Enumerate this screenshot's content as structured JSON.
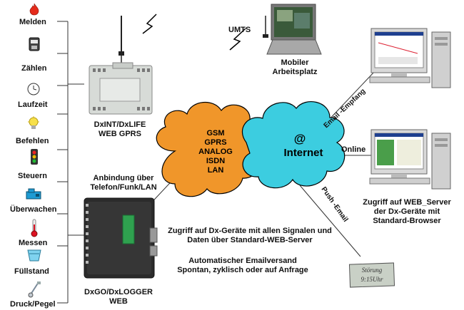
{
  "left_items": [
    {
      "label": "Melden",
      "icon": "flame-icon"
    },
    {
      "label": "Zählen",
      "icon": "meter-icon"
    },
    {
      "label": "Laufzeit",
      "icon": "clock-icon"
    },
    {
      "label": "Befehlen",
      "icon": "lightbulb-icon"
    },
    {
      "label": "Steuern",
      "icon": "traffic-light-icon"
    },
    {
      "label": "Überwachen",
      "icon": "machine-icon"
    },
    {
      "label": "Messen",
      "icon": "thermometer-icon"
    },
    {
      "label": "Füllstand",
      "icon": "tank-icon"
    },
    {
      "label": "Druck/Pegel",
      "icon": "probe-icon"
    }
  ],
  "device_top": {
    "line1": "DxINT/DxLIFE",
    "line2": "WEB GPRS"
  },
  "device_bottom": {
    "line1": "DxGO/DxLOGGER",
    "line2": "WEB"
  },
  "anbindung": {
    "line1": "Anbindung über",
    "line2": "Telefon/Funk/LAN"
  },
  "cloud_orange": [
    "GSM",
    "GPRS",
    "ANALOG",
    "ISDN",
    "LAN"
  ],
  "cloud_blue": {
    "symbol": "@",
    "label": "Internet"
  },
  "umts": "UMTS",
  "mobile": {
    "line1": "Mobiler",
    "line2": "Arbeitsplatz"
  },
  "email_empfang": "Email -Empfang",
  "online": "Online",
  "push_email": "Push -Email",
  "web_server": {
    "line1": "Zugriff auf WEB_Server",
    "line2": "der Dx-Geräte mit",
    "line3": "Standard-Browser"
  },
  "zugriff": {
    "line1": "Zugriff auf Dx-Geräte mit allen Signalen und",
    "line2": "Daten über Standard-WEB-Server"
  },
  "emailversand": {
    "line1": "Automatischer Emailversand",
    "line2": "Spontan, zyklisch oder auf Anfrage"
  },
  "note_card": {
    "line1": "Störung",
    "line2": "9:15Uhr"
  },
  "colors": {
    "orange_cloud": "#f0962a",
    "blue_cloud": "#3ccde0",
    "device_dark": "#2b2b2b",
    "device_light": "#d7dbd7",
    "pcb_green": "#2fa14f"
  }
}
